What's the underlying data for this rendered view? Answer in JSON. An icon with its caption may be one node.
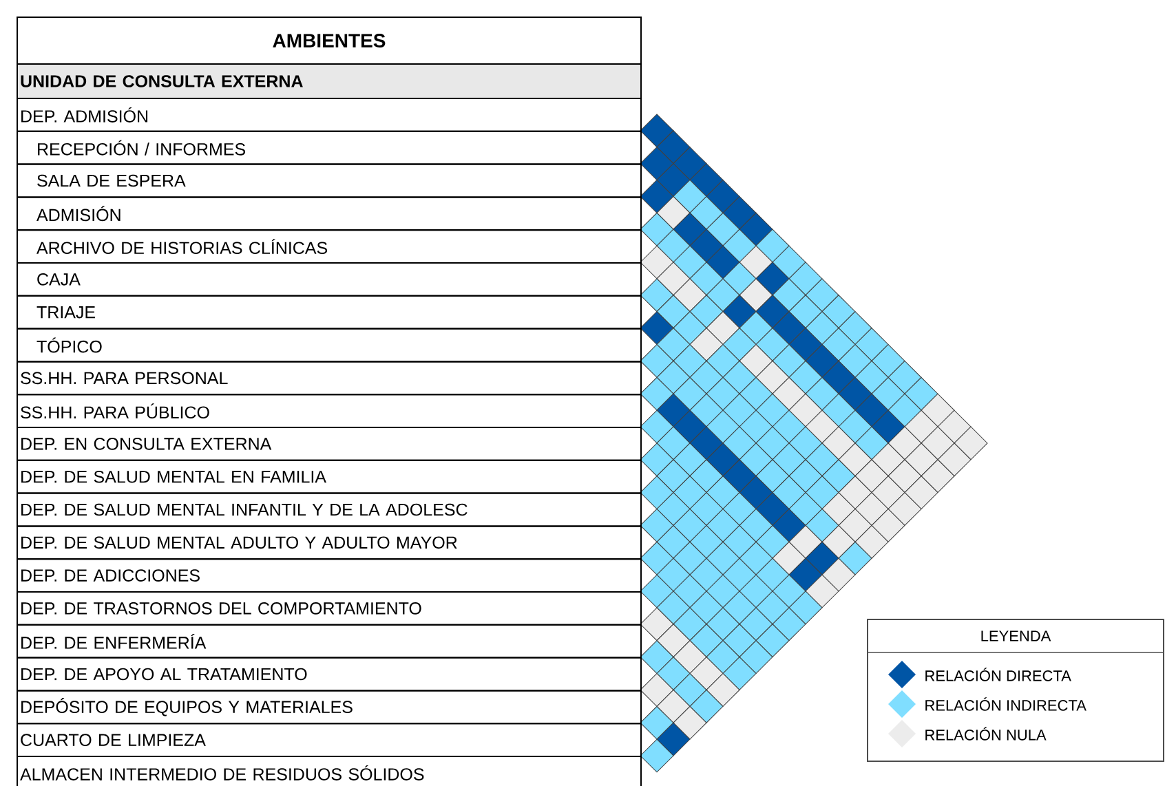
{
  "diagram": {
    "nodes": [
      {
        "text": [
          "AMBIENTES"
        ]
      },
      {
        "text": [
          "UNIDAD DE CONSULTA EXTERNA"
        ]
      },
      {
        "text": [
          "DEP. ADMISIÓN"
        ]
      },
      {
        "text": [
          "RECEPCIÓN / INFORMES"
        ]
      },
      {
        "text": [
          "SALA DE ESPERA"
        ]
      },
      {
        "text": [
          "ADMISIÓN"
        ]
      },
      {
        "text": [
          "ARCHIVO DE HISTORIAS CLÍNICAS"
        ]
      },
      {
        "text": [
          "CAJA"
        ]
      },
      {
        "text": [
          "TRIAJE"
        ]
      },
      {
        "text": [
          "TÓPICO"
        ]
      },
      {
        "text": [
          "SS.HH. PARA PERSONAL"
        ]
      },
      {
        "text": [
          "SS.HH. PARA PÚBLICO"
        ]
      },
      {
        "text": [
          "DEP. EN CONSULTA EXTERNA"
        ]
      },
      {
        "text": [
          "DEP. DE SALUD MENTAL EN FAMILIA"
        ]
      },
      {
        "text": [
          "DEP. DE SALUD MENTAL INFANTIL Y DE LA ADOLESC"
        ]
      },
      {
        "text": [
          "DEP. DE SALUD MENTAL ADULTO Y ADULTO MAYOR"
        ]
      },
      {
        "text": [
          "DEP. DE ADICCIONES"
        ]
      },
      {
        "text": [
          "DEP. DE TRASTORNOS DEL COMPORTAMIENTO"
        ]
      },
      {
        "text": [
          "DEP. DE ENFERMERÍA"
        ]
      },
      {
        "text": [
          "DEP. DE APOYO AL TRATAMIENTO"
        ]
      },
      {
        "text": [
          "DEPÓSITO DE EQUIPOS Y MATERIALES"
        ]
      },
      {
        "text": [
          "CUARTO DE LIMPIEZA"
        ]
      },
      {
        "text": [
          "ALMACEN INTERMEDIO DE RESIDUOS SÓLIDOS"
        ]
      }
    ],
    "labels": [
      "LEYENDA"
    ],
    "legend": [
      {
        "text": "RELACIÓN DIRECTA",
        "color": "#0055a5"
      },
      {
        "text": "RELACIÓN INDIRECTA",
        "color": "#80deff"
      },
      {
        "text": "RELACIÓN NULA",
        "color": "#ececec"
      }
    ]
  }
}
